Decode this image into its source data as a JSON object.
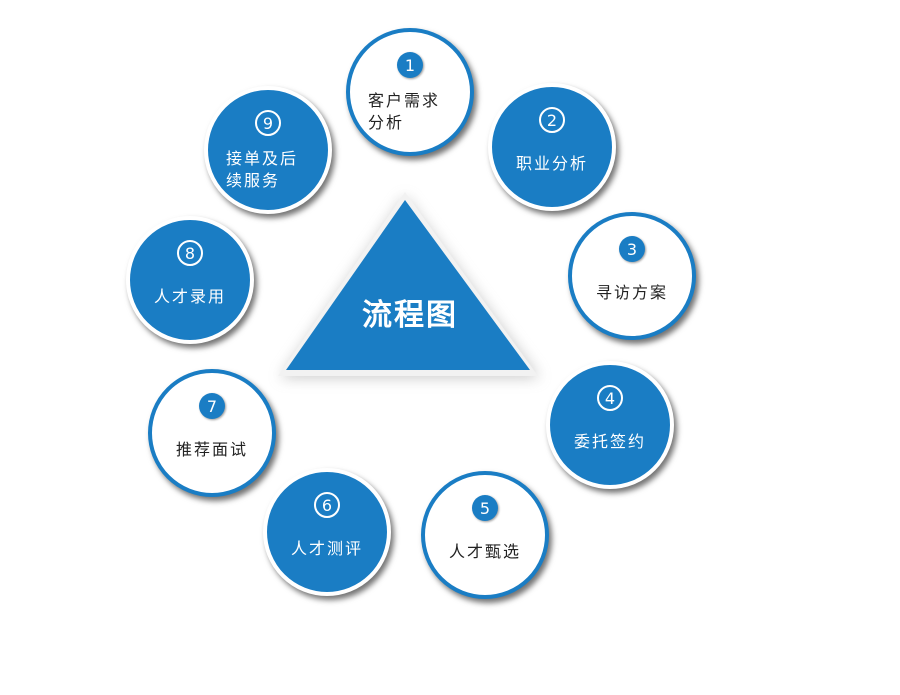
{
  "title": "流程图",
  "colors": {
    "accent": "#1a7dc4"
  },
  "steps": [
    {
      "number": "1",
      "label": "客户需求分析",
      "style": "white"
    },
    {
      "number": "2",
      "label": "职业分析",
      "style": "blue"
    },
    {
      "number": "3",
      "label": "寻访方案",
      "style": "white"
    },
    {
      "number": "4",
      "label": "委托签约",
      "style": "blue"
    },
    {
      "number": "5",
      "label": "人才甄选",
      "style": "white"
    },
    {
      "number": "6",
      "label": "人才测评",
      "style": "blue"
    },
    {
      "number": "7",
      "label": "推荐面试",
      "style": "white"
    },
    {
      "number": "8",
      "label": "人才录用",
      "style": "blue"
    },
    {
      "number": "9",
      "label": "接单及后续服务",
      "style": "blue"
    }
  ]
}
